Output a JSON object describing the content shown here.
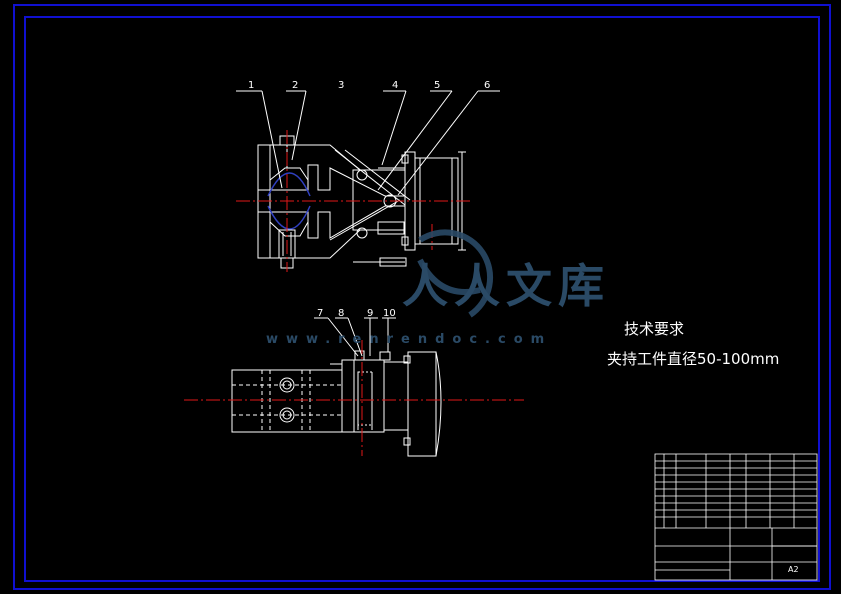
{
  "drawing": {
    "part_labels": [
      "1",
      "2",
      "3",
      "4",
      "5",
      "6",
      "7",
      "8",
      "9",
      "10"
    ],
    "tech_requirements_title": "技术要求",
    "tech_requirements_line": "夹持工件直径50-100mm",
    "sheet_size": "A2"
  },
  "watermark": {
    "name": "人人文库",
    "url": "www.renrendoc.com"
  },
  "colors": {
    "background": "#000000",
    "border": "#1010d0",
    "lines": "#ffffff",
    "centerline": "#e01818",
    "accent": "#3040c0",
    "watermark": "#2a4a66"
  }
}
